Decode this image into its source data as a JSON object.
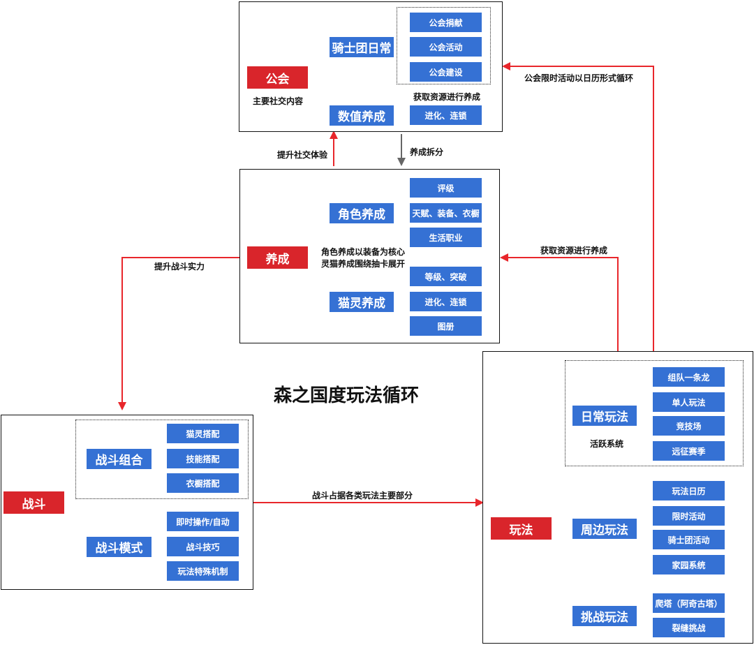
{
  "title": "森之国度玩法循环",
  "guild": {
    "root": "公会",
    "caption": "主要社交内容",
    "nodes": [
      {
        "label": "骑士团日常",
        "leaves": [
          "公会捐献",
          "公会活动",
          "公会建设"
        ]
      },
      {
        "label": "数值养成",
        "leaves": [
          "进化、连锁"
        ]
      }
    ],
    "inner_note": "获取资源进行养成"
  },
  "growth": {
    "root": "养成",
    "caption_lines": [
      "角色养成以装备为核心",
      "灵猫养成围绕抽卡展开"
    ],
    "nodes": [
      {
        "label": "角色养成",
        "leaves": [
          "评级",
          "天赋、装备、衣橱",
          "生活职业"
        ]
      },
      {
        "label": "猫灵养成",
        "leaves": [
          "等级、突破",
          "进化、连锁",
          "图册"
        ]
      }
    ]
  },
  "battle": {
    "root": "战斗",
    "nodes": [
      {
        "label": "战斗组合",
        "leaves": [
          "猫灵搭配",
          "技能搭配",
          "衣橱搭配"
        ]
      },
      {
        "label": "战斗模式",
        "leaves": [
          "即时操作/自动",
          "战斗技巧",
          "玩法特殊机制"
        ]
      }
    ]
  },
  "play": {
    "root": "玩法",
    "nodes": [
      {
        "label": "日常玩法",
        "caption": "活跃系统",
        "leaves": [
          "组队一条龙",
          "单人玩法",
          "竞技场",
          "远征赛季"
        ]
      },
      {
        "label": "周边玩法",
        "leaves": [
          "玩法日历",
          "限时活动",
          "骑士团活动",
          "家园系统"
        ]
      },
      {
        "label": "挑战玩法",
        "leaves": [
          "爬塔（阿奇古塔）",
          "裂缝挑战"
        ]
      }
    ]
  },
  "flows": {
    "growth_to_guild": "提升社交体验",
    "guild_to_growth": "养成拆分",
    "growth_to_battle": "提升战斗实力",
    "battle_to_play": "战斗占据各类玩法主要部分",
    "play_to_growth": "获取资源进行养成",
    "play_to_guild": "公会限时活动以日历形式循环"
  },
  "colors": {
    "red": "#d9252b",
    "blue": "#3571d4",
    "wire_gray": "#9a9a9a",
    "flow_red": "#e8262b",
    "flow_gray": "#666666"
  }
}
